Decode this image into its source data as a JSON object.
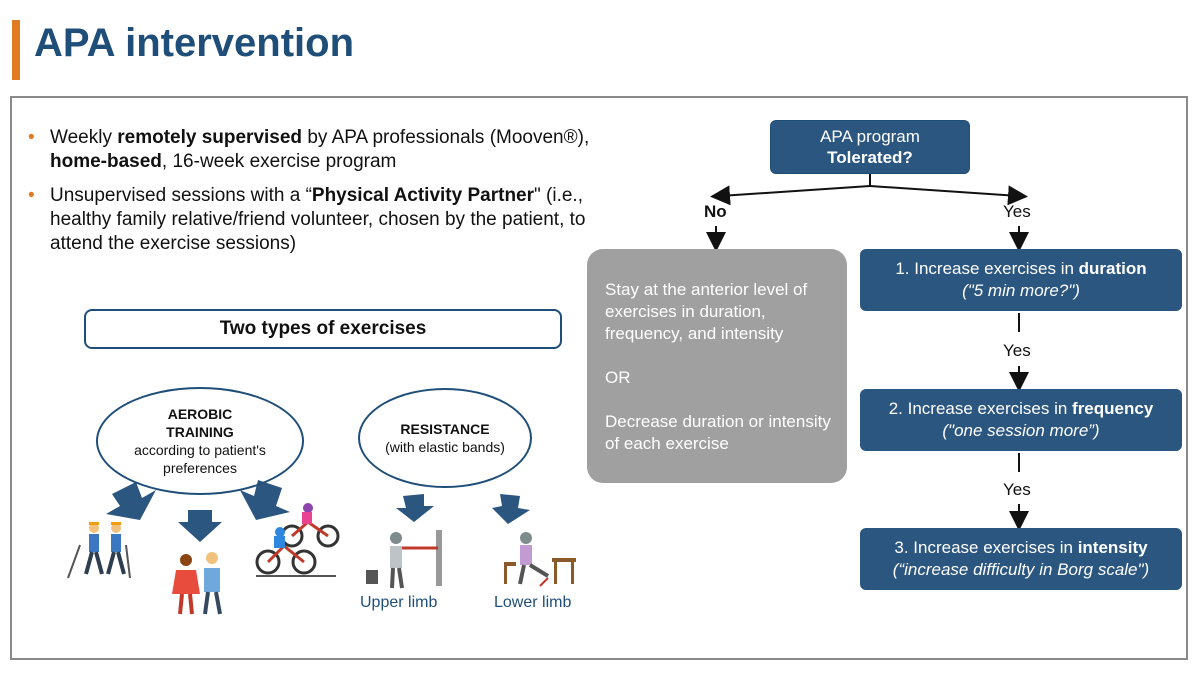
{
  "header": {
    "title": "APA intervention",
    "accent_color": "#e07b22",
    "title_color": "#1f4e79"
  },
  "bullets": [
    {
      "parts": [
        {
          "text": "Weekly ",
          "bold": false
        },
        {
          "text": "remotely supervised",
          "bold": true
        },
        {
          "text": " by APA professionals (Mooven®),",
          "bold": false
        },
        {
          "text": "home-based",
          "bold": true
        },
        {
          "text": ", 16-week exercise program",
          "bold": false
        }
      ]
    },
    {
      "parts": [
        {
          "text": "Unsupervised sessions with a “",
          "bold": false
        },
        {
          "text": "Physical Activity Partner",
          "bold": true
        },
        {
          "text": "\" (i.e., healthy family relative/friend volunteer, chosen by the patient, to attend the exercise sessions)",
          "bold": false
        }
      ]
    }
  ],
  "exercise_types": {
    "heading": "Two types of exercises",
    "aerobic": {
      "title_line1": "AEROBIC",
      "title_line2": "TRAINING",
      "desc_line1": "according to patient's",
      "desc_line2": "preferences"
    },
    "resistance": {
      "title": "RESISTANCE",
      "desc": "(with elastic bands)"
    },
    "labels": {
      "upper": "Upper limb",
      "lower": "Lower limb"
    }
  },
  "flowchart": {
    "start": {
      "line1": "APA program",
      "line2": "Tolerated?"
    },
    "no_label": "No",
    "yes_label": "Yes",
    "no_box": {
      "p1": "Stay at the anterior level of exercises in duration, frequency, and intensity",
      "p2": "OR",
      "p3": "Decrease duration or intensity of each exercise"
    },
    "steps": [
      {
        "prefix": "1. Increase exercises in ",
        "keyword": "duration",
        "note": "(\"5 min more?\")"
      },
      {
        "prefix": "2. Increase exercises in ",
        "keyword": "frequency",
        "note": "(\"one session more”)"
      },
      {
        "prefix": "3. Increase exercises in ",
        "keyword": "intensity",
        "note": "(“increase difficulty in Borg scale\")"
      }
    ],
    "colors": {
      "box": "#2b5680",
      "gray_box": "#a0a0a0",
      "arrow": "#1f4e79"
    }
  },
  "icons": [
    "walkers-icon",
    "pedestrians-icon",
    "cyclists-icon",
    "upper-limb-exercise-icon",
    "lower-limb-exercise-icon",
    "down-arrow-icon"
  ]
}
